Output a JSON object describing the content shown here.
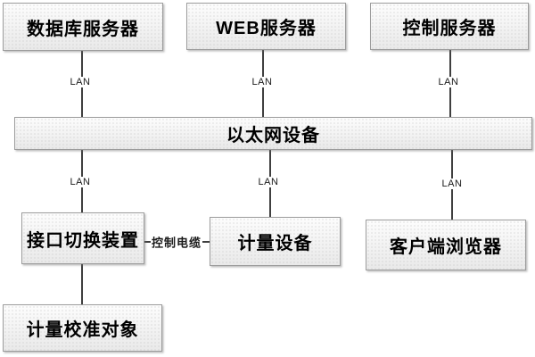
{
  "diagram": {
    "type": "network-architecture-diagram",
    "background": "#ffffff",
    "nodes": [
      {
        "id": "database-server",
        "label": "数据库服务器"
      },
      {
        "id": "web-server",
        "label": "WEB服务器"
      },
      {
        "id": "control-server",
        "label": "控制服务器"
      },
      {
        "id": "ethernet-device",
        "label": "以太网设备"
      },
      {
        "id": "interface-switching-device",
        "label": "接口切换装置"
      },
      {
        "id": "metering-device",
        "label": "计量设备"
      },
      {
        "id": "client-browser",
        "label": "客户端浏览器"
      },
      {
        "id": "metering-calibration-object",
        "label": "计量校准对象"
      }
    ],
    "connections": [
      {
        "from": "database-server",
        "to": "ethernet-device",
        "label": "LAN"
      },
      {
        "from": "web-server",
        "to": "ethernet-device",
        "label": "LAN"
      },
      {
        "from": "control-server",
        "to": "ethernet-device",
        "label": "LAN"
      },
      {
        "from": "ethernet-device",
        "to": "interface-switching-device",
        "label": "LAN"
      },
      {
        "from": "ethernet-device",
        "to": "metering-device",
        "label": "LAN"
      },
      {
        "from": "ethernet-device",
        "to": "client-browser",
        "label": "LAN"
      },
      {
        "from": "interface-switching-device",
        "to": "metering-device",
        "label": "控制电缆"
      },
      {
        "from": "interface-switching-device",
        "to": "metering-calibration-object",
        "label": ""
      }
    ],
    "colors": {
      "box_fill_top": "#fdfdfd",
      "box_fill_bottom": "#e9e9e9",
      "box_border": "#9c9c9c",
      "line": "#3f3f3f",
      "text": "#000000"
    }
  }
}
